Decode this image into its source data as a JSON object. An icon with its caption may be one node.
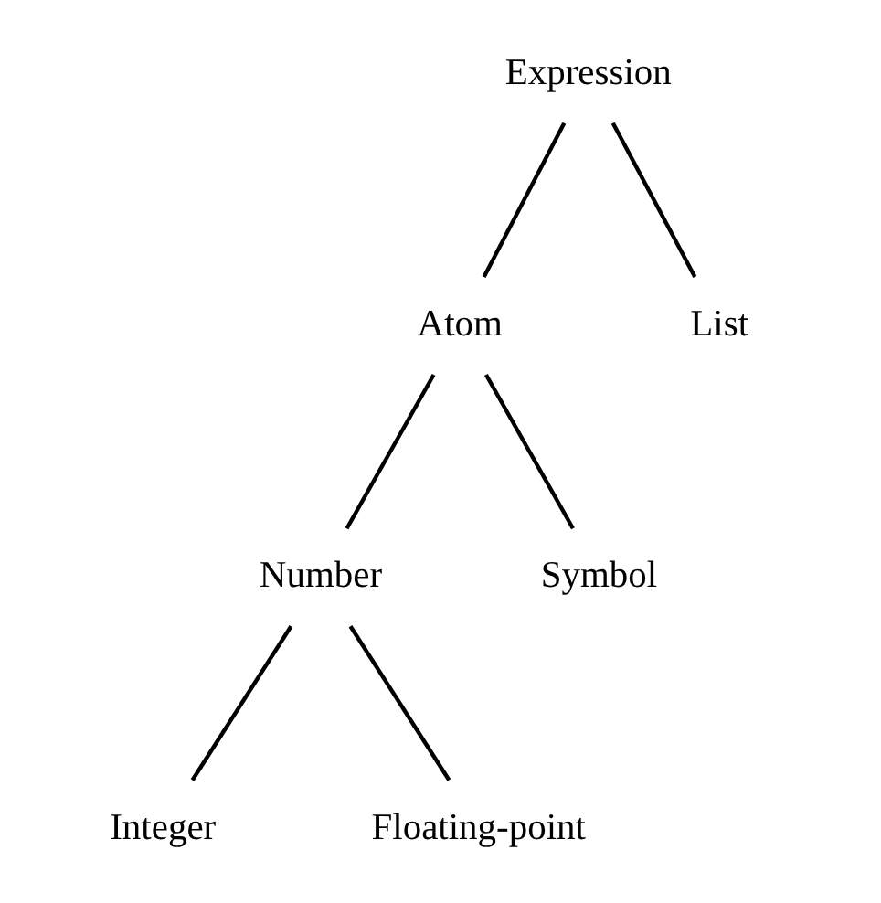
{
  "diagram": {
    "nodes": [
      {
        "text": [
          "Expression"
        ]
      },
      {
        "text": [
          "Atom"
        ]
      },
      {
        "text": [
          "List"
        ]
      },
      {
        "text": [
          "Number"
        ]
      },
      {
        "text": [
          "Symbol"
        ]
      },
      {
        "text": [
          "Integer"
        ]
      },
      {
        "text": [
          "Floating-point"
        ]
      }
    ],
    "edges": [
      {
        "from": 0,
        "to": 1,
        "arrow": "none"
      },
      {
        "from": 0,
        "to": 2,
        "arrow": "none"
      },
      {
        "from": 1,
        "to": 3,
        "arrow": "none"
      },
      {
        "from": 1,
        "to": 4,
        "arrow": "none"
      },
      {
        "from": 3,
        "to": 5,
        "arrow": "none"
      },
      {
        "from": 3,
        "to": 6,
        "arrow": "none"
      }
    ]
  }
}
